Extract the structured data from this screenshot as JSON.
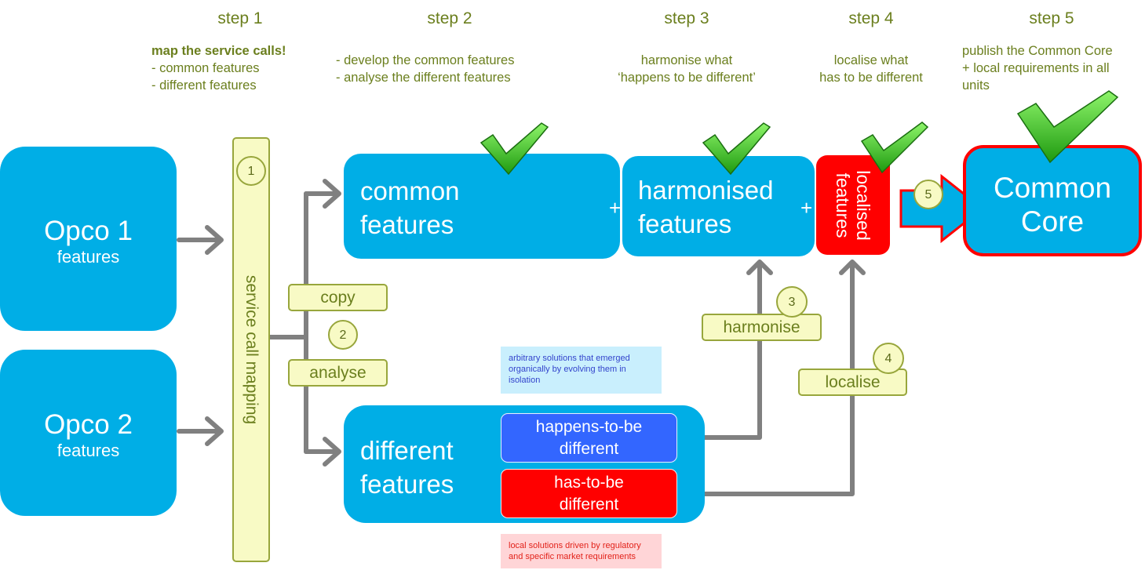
{
  "steps": [
    {
      "title": "step 1",
      "heading": "map the service calls!",
      "lines": [
        "- common features",
        "- different features"
      ]
    },
    {
      "title": "step 2",
      "lines": [
        "- develop the common features",
        "- analyse the different features"
      ]
    },
    {
      "title": "step 3",
      "lines": [
        "harmonise what",
        "‘happens to be different’"
      ]
    },
    {
      "title": "step 4",
      "lines": [
        "localise what",
        "has to be different"
      ]
    },
    {
      "title": "step 5",
      "lines": [
        "publish the Common Core",
        "+ local requirements in all",
        "units"
      ]
    }
  ],
  "sources": [
    {
      "name": "Opco 1",
      "sub": "features"
    },
    {
      "name": "Opco 2",
      "sub": "features"
    }
  ],
  "mapping": {
    "label": "service call mapping",
    "num": "1"
  },
  "branch": {
    "copy": "copy",
    "analyse": "analyse",
    "num": "2"
  },
  "common": {
    "line1": "common",
    "line2": "features"
  },
  "harmonised": {
    "line1": "harmonised",
    "line2": "features"
  },
  "localised": {
    "line1": "localised",
    "line2": "features"
  },
  "plus": "+",
  "core": {
    "line1": "Common",
    "line2": "Core",
    "num": "5"
  },
  "different": {
    "line1": "different",
    "line2": "features",
    "happens": {
      "line1": "happens-to-be",
      "line2": "different"
    },
    "has": {
      "line1": "has-to-be",
      "line2": "different"
    }
  },
  "harmonise": {
    "label": "harmonise",
    "num": "3"
  },
  "localise": {
    "label": "localise",
    "num": "4"
  },
  "notes": {
    "arbitrary": "arbitrary solutions that emerged organically by evolving them in isolation",
    "local": "local  solutions driven by regulatory and specific market requirements"
  },
  "colors": {
    "blue": "#00aee6",
    "red": "#ff0000",
    "royal": "#3366ff",
    "olive": "#6b7f1e",
    "lightyellow": "#f8fac5",
    "check": "#3cc21e"
  }
}
